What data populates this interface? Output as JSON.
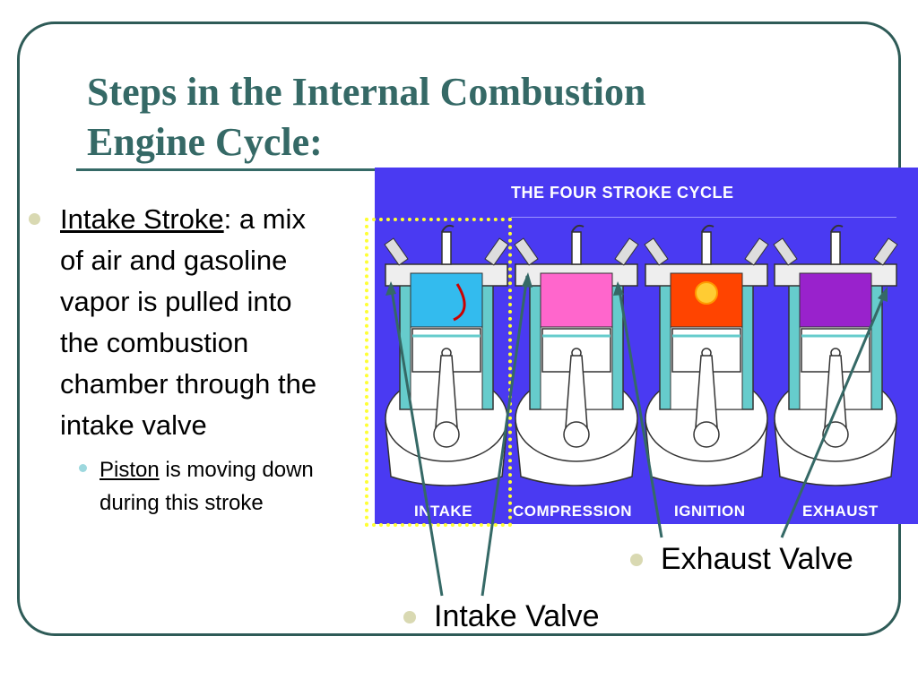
{
  "slide": {
    "title": "Steps in the Internal Combustion Engine Cycle:",
    "bullet_main": {
      "term": "Intake Stroke",
      "text": ":  a mix of air and gasoline vapor is pulled into the combustion chamber through the intake valve"
    },
    "bullet_sub": {
      "term": "Piston",
      "text": " is moving down during this stroke"
    },
    "callout_exhaust": "Exhaust Valve",
    "callout_intake": "Intake Valve"
  },
  "diagram": {
    "title": "THE FOUR STROKE CYCLE",
    "stages": [
      {
        "label": "INTAKE",
        "chamber_color": "#33bbee"
      },
      {
        "label": "COMPRESSION",
        "chamber_color": "#ff66cc"
      },
      {
        "label": "IGNITION",
        "chamber_color": "#ff4400"
      },
      {
        "label": "EXHAUST",
        "chamber_color": "#9922cc"
      }
    ],
    "colors": {
      "background": "#4a3af2",
      "highlight_border": "#ffff33",
      "cylinder_wall": "#66cccc"
    }
  }
}
